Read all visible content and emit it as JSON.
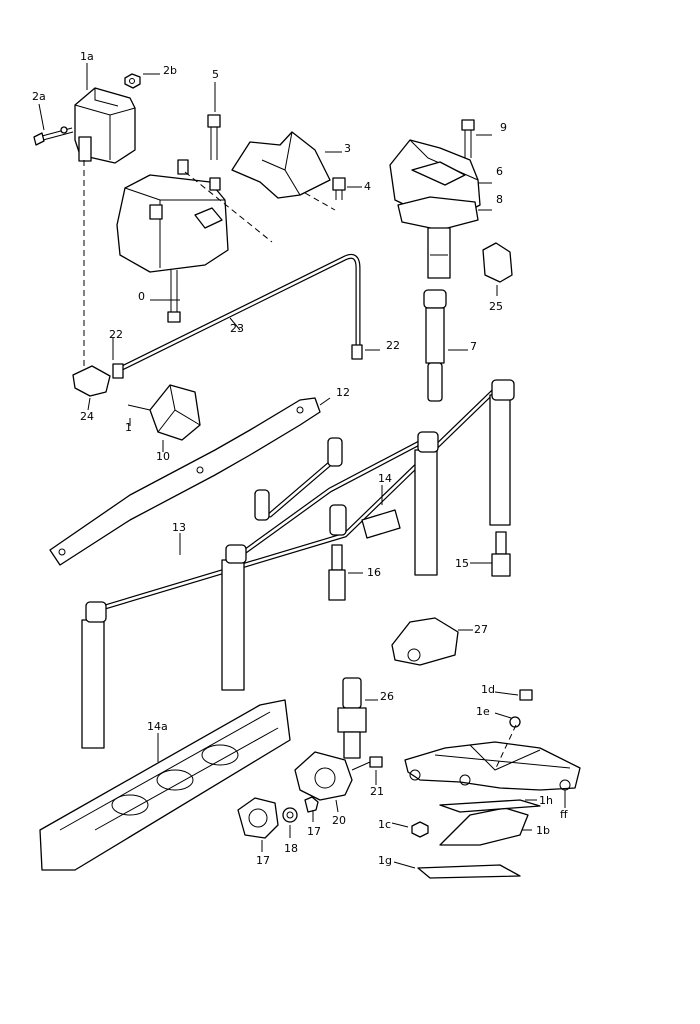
{
  "diagram": {
    "labels": {
      "l1a": "1a",
      "l2a": "2a",
      "l2b": "2b",
      "l5": "5",
      "l3": "3",
      "l4": "4",
      "l9": "9",
      "l6": "6",
      "l8": "8",
      "l25": "25",
      "l0": "0",
      "l23": "23",
      "l22a": "22",
      "l22b": "22",
      "l7": "7",
      "l24": "24",
      "l12": "12",
      "l1": "1",
      "l10": "10",
      "l14": "14",
      "l13": "13",
      "l16": "16",
      "l15": "15",
      "l27": "27",
      "l1d": "1d",
      "l1e": "1e",
      "l26": "26",
      "l14a": "14a",
      "l21": "21",
      "l1h": "1h",
      "lff": "ff",
      "l1c": "1c",
      "l1b": "1b",
      "l17a": "17",
      "l17b": "17",
      "l18": "18",
      "l20": "20",
      "l1g": "1g"
    }
  }
}
